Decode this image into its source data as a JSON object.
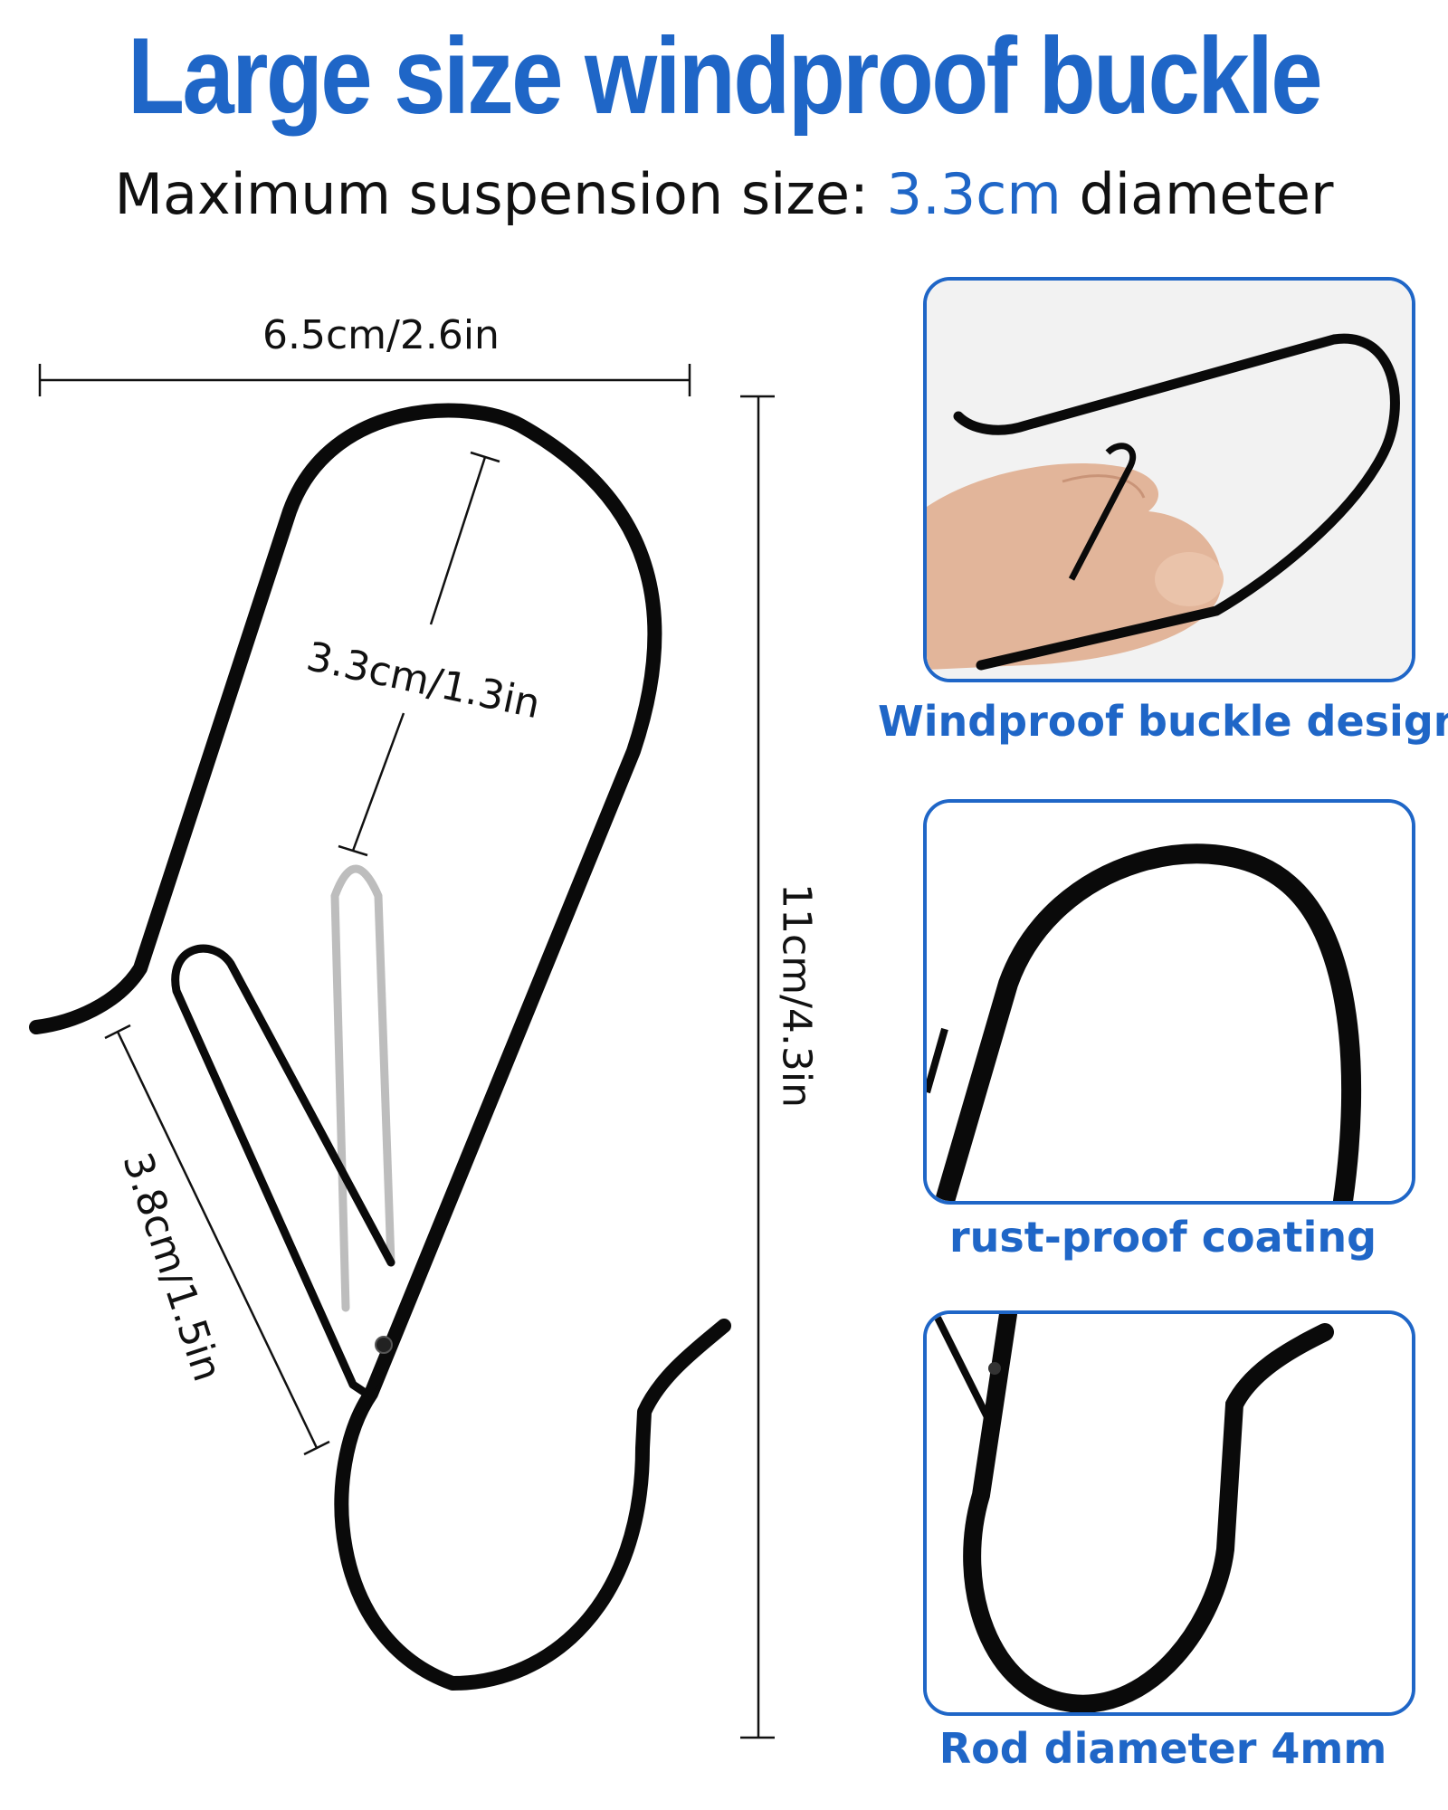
{
  "colors": {
    "accent": "#1f66c7",
    "text": "#111111",
    "metal": "#0a0a0a"
  },
  "header": {
    "title": "Large size windproof buckle",
    "subtitle_prefix": "Maximum suspension size: ",
    "subtitle_highlight": "3.3cm",
    "subtitle_suffix": " diameter"
  },
  "dimensions": {
    "width": "6.5cm/2.6in",
    "opening": "3.3cm/1.3in",
    "height": "11cm/4.3in",
    "clip_length": "3.8cm/1.5in"
  },
  "features": [
    {
      "caption": "Windproof buckle design"
    },
    {
      "caption": "rust-proof coating"
    },
    {
      "caption": "Rod diameter 4mm"
    }
  ]
}
